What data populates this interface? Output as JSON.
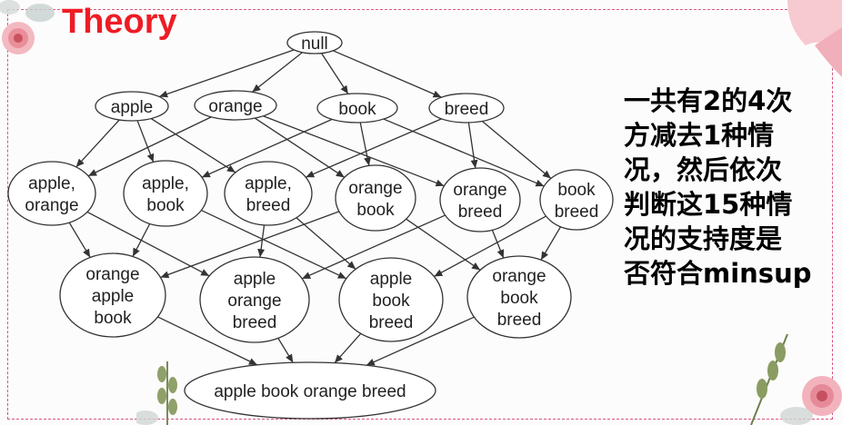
{
  "title": "Theory",
  "note_lines": [
    "一共有2的4次",
    "方减去1种情",
    "况，然后依次",
    "判断这15种情",
    "况的支持度是",
    "否符合minsup"
  ],
  "nodes": {
    "null": [
      "null"
    ],
    "apple": [
      "apple"
    ],
    "orange": [
      "orange"
    ],
    "book": [
      "book"
    ],
    "breed": [
      "breed"
    ],
    "apple_orange": [
      "apple,",
      "orange"
    ],
    "apple_book": [
      "apple,",
      "book"
    ],
    "apple_breed": [
      "apple,",
      "breed"
    ],
    "orange_book": [
      "orange",
      "book"
    ],
    "orange_breed": [
      "orange",
      "breed"
    ],
    "book_breed": [
      "book",
      "breed"
    ],
    "orange_apple_book": [
      "orange",
      "apple",
      "book"
    ],
    "apple_orange_breed": [
      "apple",
      "orange",
      "breed"
    ],
    "apple_book_breed": [
      "apple",
      "book",
      "breed"
    ],
    "orange_book_breed": [
      "orange",
      "book",
      "breed"
    ],
    "all": [
      "apple book orange breed"
    ]
  },
  "edges": [
    [
      "null",
      "apple"
    ],
    [
      "null",
      "orange"
    ],
    [
      "null",
      "book"
    ],
    [
      "null",
      "breed"
    ],
    [
      "apple",
      "apple_orange"
    ],
    [
      "apple",
      "apple_book"
    ],
    [
      "apple",
      "apple_breed"
    ],
    [
      "orange",
      "apple_orange"
    ],
    [
      "orange",
      "orange_book"
    ],
    [
      "orange",
      "orange_breed"
    ],
    [
      "book",
      "apple_book"
    ],
    [
      "book",
      "orange_book"
    ],
    [
      "book",
      "book_breed"
    ],
    [
      "breed",
      "apple_breed"
    ],
    [
      "breed",
      "orange_breed"
    ],
    [
      "breed",
      "book_breed"
    ],
    [
      "apple_orange",
      "orange_apple_book"
    ],
    [
      "apple_orange",
      "apple_orange_breed"
    ],
    [
      "apple_book",
      "orange_apple_book"
    ],
    [
      "apple_book",
      "apple_book_breed"
    ],
    [
      "apple_breed",
      "apple_orange_breed"
    ],
    [
      "apple_breed",
      "apple_book_breed"
    ],
    [
      "orange_book",
      "orange_apple_book"
    ],
    [
      "orange_book",
      "orange_book_breed"
    ],
    [
      "orange_breed",
      "apple_orange_breed"
    ],
    [
      "orange_breed",
      "orange_book_breed"
    ],
    [
      "book_breed",
      "apple_book_breed"
    ],
    [
      "book_breed",
      "orange_book_breed"
    ],
    [
      "orange_apple_book",
      "all"
    ],
    [
      "apple_orange_breed",
      "all"
    ],
    [
      "apple_book_breed",
      "all"
    ],
    [
      "orange_book_breed",
      "all"
    ]
  ]
}
